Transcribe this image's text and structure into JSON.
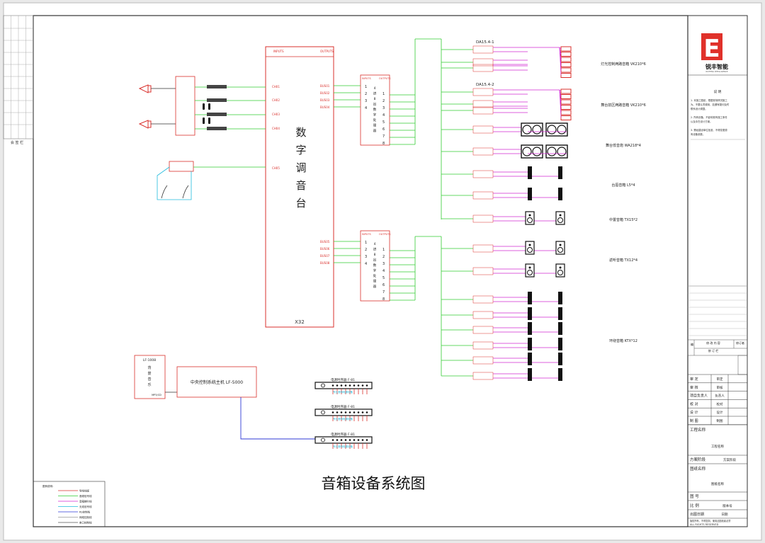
{
  "title": "音箱设备系统图",
  "colors": {
    "paper": "#ffffff",
    "frame": "#333333",
    "red": "#d9302c",
    "green": "#33cc33",
    "magenta": "#d22ad2",
    "cyan": "#22bbdd",
    "blue": "#2f3ad6",
    "speaker": "#111111",
    "logo": "#e0312a"
  },
  "console": {
    "inputs_label": "INPUTS",
    "outputs_label": "OUTPUTS",
    "name_chars": [
      "数",
      "字",
      "调",
      "音",
      "台"
    ],
    "model": "X32",
    "channels": [
      "CH01",
      "CH02",
      "CH03",
      "CH04",
      "CH05"
    ],
    "bus_upper": [
      "BUS01",
      "BUS02",
      "BUS03",
      "BUS04"
    ],
    "bus_lower": [
      "BUS05",
      "BUS06",
      "BUS07",
      "BUS08"
    ]
  },
  "processor": {
    "inputs_label": "INPUTS",
    "outputs_label": "OUTPUTS",
    "name_chars": [
      "4",
      "进",
      "8",
      "出",
      "数",
      "字",
      "处",
      "理",
      "器"
    ],
    "in_numbers": [
      "1",
      "2",
      "3",
      "4"
    ],
    "out_numbers": [
      "1",
      "2",
      "3",
      "4",
      "5",
      "6",
      "7",
      "8"
    ]
  },
  "amps": {
    "top": "DA15.4-1",
    "second": "DA15.4-2"
  },
  "zone_labels": [
    "灯光控制两路音箱 VK210*6",
    "舞台前区两路音箱 VK210*6",
    "舞台低音炮 WA218*4",
    "台唇音箱 L5*4",
    "中置音箱 TX15*2",
    "返听音箱 TX12*4",
    "环绕音箱 KTX*12"
  ],
  "background": {
    "box_line1": "LF-1008",
    "box_chars": [
      "背",
      "景",
      "音",
      "乐"
    ],
    "box_port": "MP3/CD",
    "center": "中央控制系统主机 LF-5000",
    "power_label": "电源时序器 F-81",
    "power_caption": "专业音响电源设备"
  },
  "notes": {
    "header": "说  明",
    "lines": [
      "1. 本施工图纸，根据现场情况施工",
      "为。不要认同调用，如遇有疑问及时",
      "联系设计调整。",
      "2. 所有设备，不影响现有施工条件",
      "以及手在设计方案。",
      "3. 需经建设单位批准，不得变更原",
      "有设备参数。"
    ]
  },
  "logo": {
    "mark": "E",
    "name": "锐丰智能",
    "sub": "RUIFENG INTELLIGENCE"
  },
  "revision": {
    "col_a": "编",
    "col_b": "修 改 内 容",
    "col_c": "修订者",
    "row2": "修  订  栏"
  },
  "signoffs": [
    {
      "role": "审    定",
      "person": "审定"
    },
    {
      "role": "审    核",
      "person": "审核"
    },
    {
      "role": "项目负责人",
      "person": "负责人"
    },
    {
      "role": "校    对",
      "person": "校对"
    },
    {
      "role": "设    计",
      "person": "设计"
    },
    {
      "role": "制    图",
      "person": "制图"
    }
  ],
  "project": {
    "name_label": "工程名称",
    "name_value": "工程名称",
    "phase_label": "方案阶段",
    "phase_value": "方案阶段",
    "drawing_label": "图纸名称",
    "drawing_value": "图纸名称",
    "number_label": "图  号",
    "scale_label": "比  例",
    "version_label": "版本号",
    "date_label": "出图日期",
    "date_value": "日期",
    "copyright1": "版权所有，不得复制，使用此图纸者必须",
    "copyright2": "ALL RIGHTS RESERVED"
  },
  "legend": {
    "header": "图例说明：",
    "items": [
      {
        "label": "导线线缆",
        "color": "#d9302c"
      },
      {
        "label": "音频信号线",
        "color": "#33cc33"
      },
      {
        "label": "音箱喇叭线",
        "color": "#d22ad2"
      },
      {
        "label": "无线信号线",
        "color": "#22bbdd"
      },
      {
        "label": "RS控制线",
        "color": "#2f3ad6"
      },
      {
        "label": "网络控制线",
        "color": "#999999"
      },
      {
        "label": "串口控制线",
        "color": "#555555"
      }
    ]
  },
  "side_label": "会 签 栏"
}
